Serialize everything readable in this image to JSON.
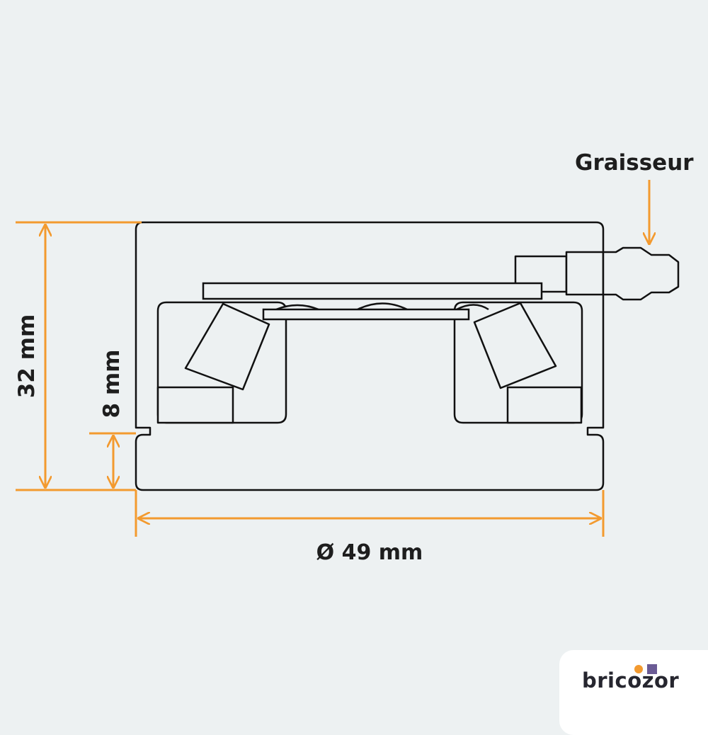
{
  "diagram": {
    "labels": {
      "grease_fitting": "Graisseur",
      "height": "32 mm",
      "groove": "8 mm",
      "diameter": "Ø 49 mm"
    },
    "colors": {
      "dimension": "#f39a2f",
      "outline": "#111111",
      "fill": "#edf1f2",
      "text": "#1e1e1e"
    }
  },
  "brand": {
    "name": "bricozor",
    "colors": {
      "dot_orange": "#f39a2f",
      "dot_purple": "#6b5b95"
    }
  }
}
